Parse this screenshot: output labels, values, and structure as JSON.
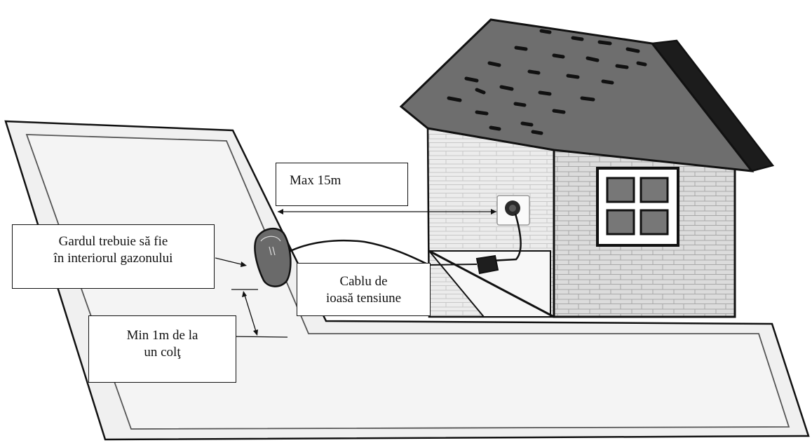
{
  "labels": {
    "max_distance": "Max 15m",
    "fence_line1": "Gardul trebuie să fie",
    "fence_line2": "în interiorul gazonului",
    "cable_line1": "Cablu de",
    "cable_line2": "ioasă tensiune",
    "min_line1": "Min 1m de la",
    "min_line2": "un colţ"
  },
  "colors": {
    "outline": "#111111",
    "lawn_fill": "#f0f0f0",
    "roof_fill": "#6e6e6e",
    "roof_shade": "#1c1c1c",
    "brick_fill": "#dcdcdc",
    "window_pane": "#777777",
    "charger_fill": "#6a6a6a"
  },
  "icons": [
    "house-icon",
    "power-outlet-icon",
    "power-adapter-icon",
    "fence-charger-icon",
    "lawn-area"
  ]
}
